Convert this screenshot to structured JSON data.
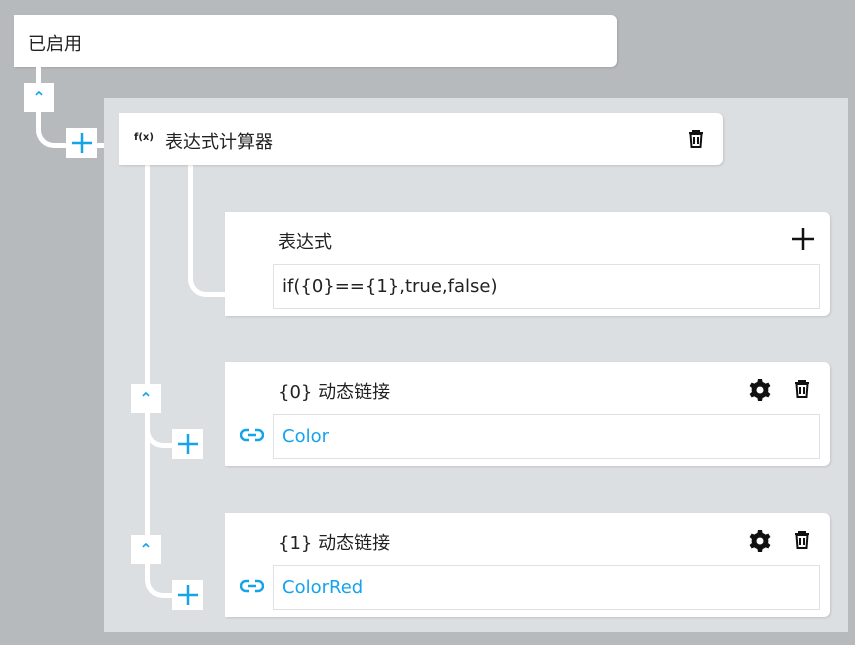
{
  "root": {
    "title": "已启用"
  },
  "calculator": {
    "icon_label": "f(x)",
    "title": "表达式计算器"
  },
  "expression": {
    "title": "表达式",
    "value": "if({0}=={1},true,false)"
  },
  "links": [
    {
      "title": "{0} 动态链接",
      "value": "Color"
    },
    {
      "title": "{1} 动态链接",
      "value": "ColorRed"
    }
  ],
  "colors": {
    "accent": "#14a4ea",
    "background": "#b7babd",
    "panel": "#dcdfe2"
  }
}
